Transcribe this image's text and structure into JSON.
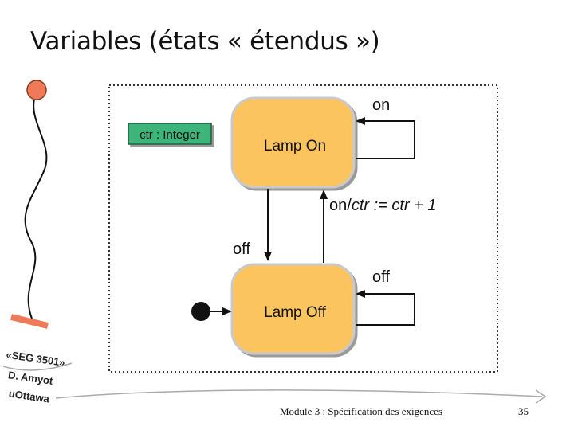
{
  "slide": {
    "title": "Variables (états « étendus »)",
    "footer": "Module 3 : Spécification des exigences",
    "page_number": "35"
  },
  "diagram": {
    "variable_box": "ctr : Integer",
    "states": {
      "on": "Lamp On",
      "off": "Lamp Off"
    },
    "transitions": {
      "self_on": "on",
      "on_to_on_event": "on/",
      "on_to_on_action": "ctr := ctr + 1",
      "on_to_off": "off",
      "self_off": "off"
    }
  },
  "stamp": {
    "line1": "«SEG 3501»",
    "line2": "D. Amyot",
    "line3": "uOttawa"
  },
  "colors": {
    "state_fill": "#fbc45e",
    "variable_box_fill": "#3db57a",
    "marker_circle": "#f07a57",
    "marker_bar": "#f07a57",
    "frame_border": "#333333"
  }
}
